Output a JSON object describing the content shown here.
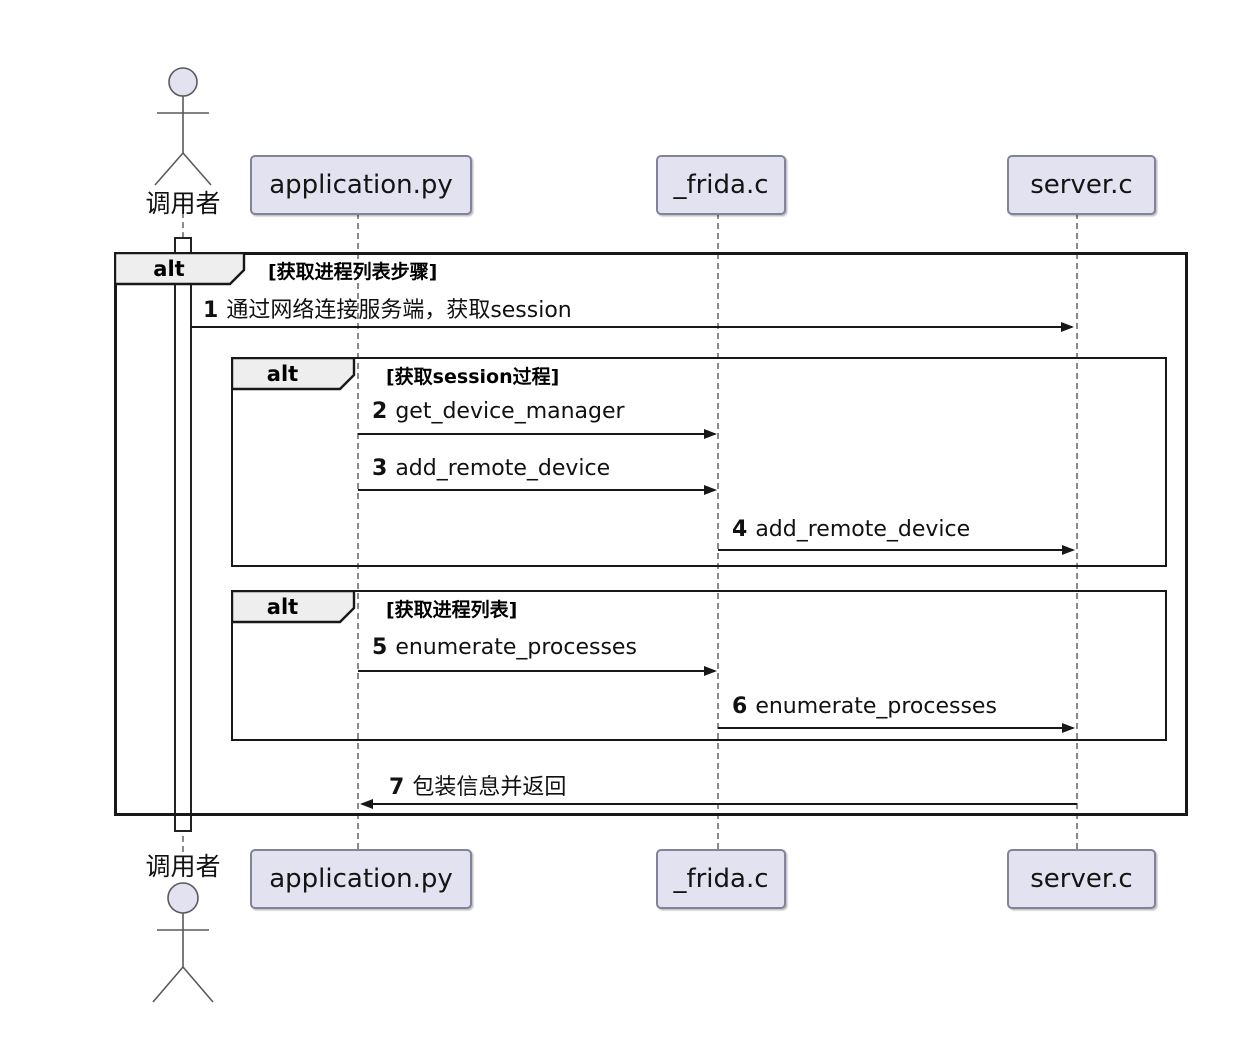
{
  "diagram_type": "uml-sequence",
  "actor": {
    "label": "调用者"
  },
  "participants": [
    {
      "label": "application.py"
    },
    {
      "label": "_frida.c"
    },
    {
      "label": "server.c"
    }
  ],
  "frames": {
    "outer": {
      "operator": "alt",
      "condition": "[获取进程列表步骤]"
    },
    "session": {
      "operator": "alt",
      "condition": "[获取session过程]"
    },
    "process": {
      "operator": "alt",
      "condition": "[获取进程列表]"
    }
  },
  "messages": [
    {
      "num": "1",
      "label": "通过网络连接服务端，获取session",
      "from": "调用者",
      "to": "server.c"
    },
    {
      "num": "2",
      "label": "get_device_manager",
      "from": "application.py",
      "to": "_frida.c"
    },
    {
      "num": "3",
      "label": "add_remote_device",
      "from": "application.py",
      "to": "_frida.c"
    },
    {
      "num": "4",
      "label": "add_remote_device",
      "from": "_frida.c",
      "to": "server.c"
    },
    {
      "num": "5",
      "label": "enumerate_processes",
      "from": "application.py",
      "to": "_frida.c"
    },
    {
      "num": "6",
      "label": "enumerate_processes",
      "from": "_frida.c",
      "to": "server.c"
    },
    {
      "num": "7",
      "label": "包装信息并返回",
      "from": "server.c",
      "to": "application.py"
    }
  ],
  "colors": {
    "participant_fill": "#E2E2F0",
    "participant_border": "#82829b",
    "frame_border": "#181818",
    "frame_tab_fill": "#EEEEEE",
    "lifeline": "#8a8a8a",
    "arrow": "#181818",
    "background": "#FFFFFF"
  }
}
